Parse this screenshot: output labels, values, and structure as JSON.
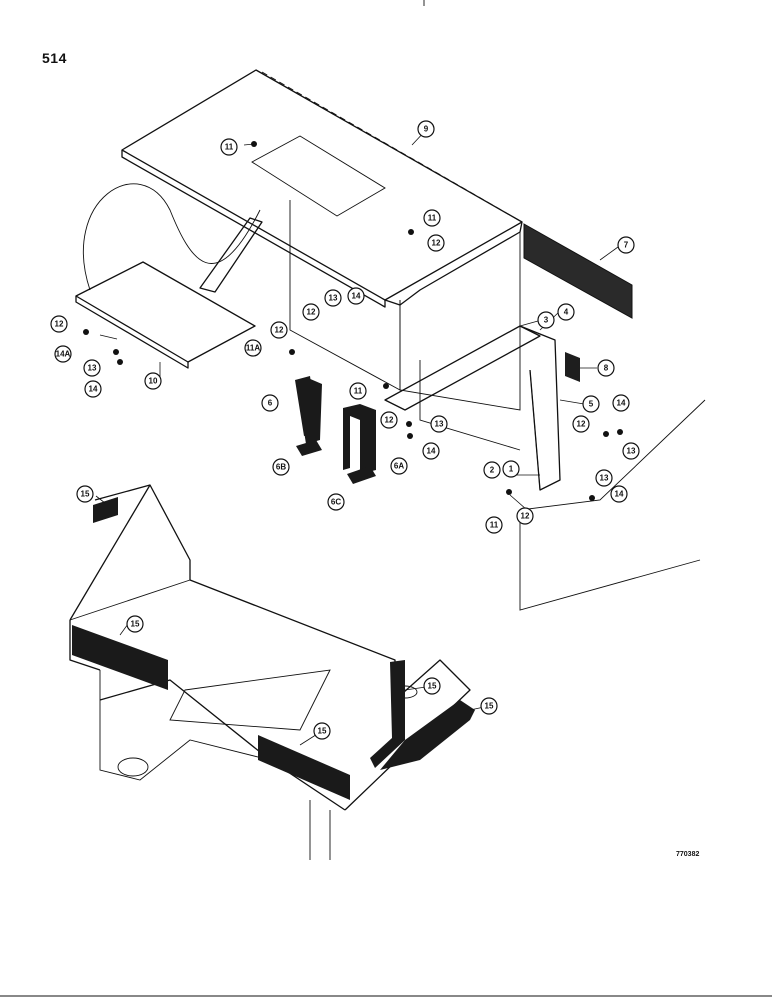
{
  "page_number": "514",
  "figure_code": "770382",
  "callouts": {
    "c1": "1",
    "c2": "2",
    "c3": "3",
    "c4": "4",
    "c5": "5",
    "c6": "6",
    "c6a": "6A",
    "c6b": "6B",
    "c6c": "6C",
    "c7": "7",
    "c8": "8",
    "c9": "9",
    "c10": "10",
    "c11_top": "11",
    "c11_mid": "11",
    "c11_low": "11",
    "c11_bot": "11",
    "c11a": "11A",
    "c12_left": "12",
    "c12_mid": "12",
    "c12_a": "12",
    "c12_b": "12",
    "c12_c": "12",
    "c12_d": "12",
    "c12_e": "12",
    "c13_left": "13",
    "c13_a": "13",
    "c13_b": "13",
    "c13_c": "13",
    "c13_d": "13",
    "c14_left": "14",
    "c14a": "14A",
    "c14_a": "14",
    "c14_b": "14",
    "c14_c": "14",
    "c14_d": "14",
    "c15_a": "15",
    "c15_b": "15",
    "c15_c": "15",
    "c15_d": "15",
    "c15_e": "15"
  },
  "colors": {
    "ink": "#111111",
    "paper": "#ffffff"
  }
}
